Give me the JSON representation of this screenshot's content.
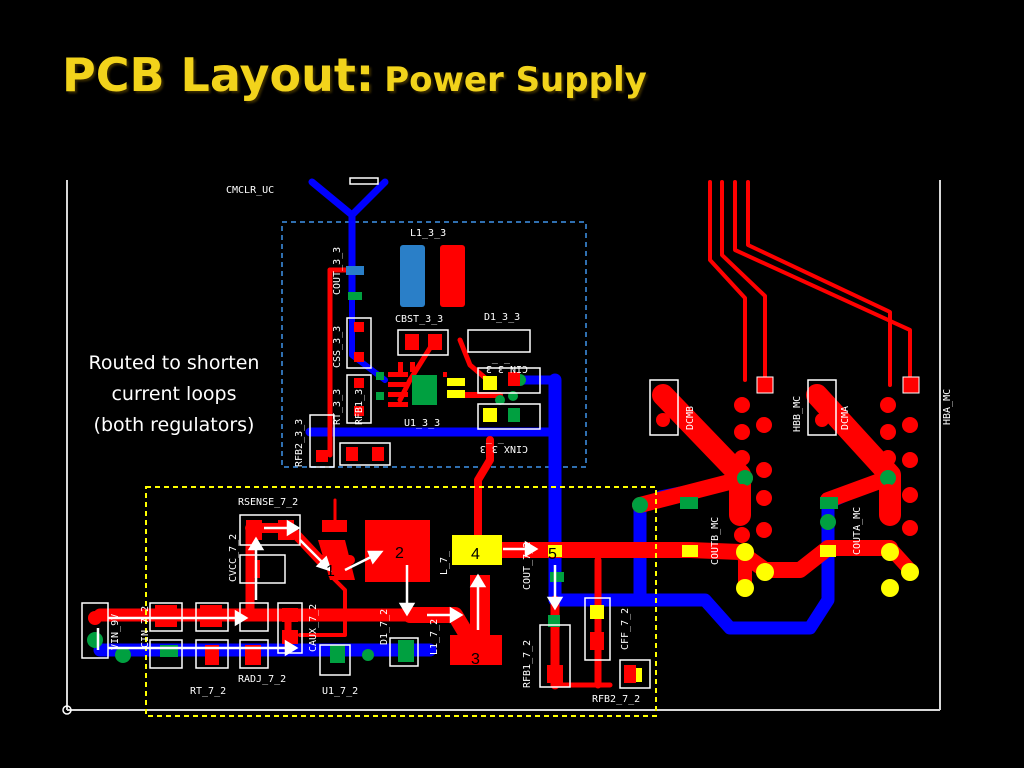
{
  "slide": {
    "title_main": "PCB Layout:",
    "title_sub": "Power Supply",
    "note_lines": [
      "Routed to shorten",
      "current loops",
      "(both regulators)"
    ]
  },
  "labels": {
    "cmclr": "CMCLR_UC",
    "l1": "L1_3_3",
    "cout33": "COUT_3_3",
    "cbst": "CBST_3_3",
    "d1_33": "D1_3_3",
    "css": "CSS_3_3",
    "rt33": "RT_3_3",
    "cin33": "CIN_3_3",
    "rfb2_33": "RFB2_3_3",
    "rfb1_33": "RFB1_3",
    "u1_33": "U1_3_3",
    "cinx": "CINX_3_3",
    "dcmb": "DCMB",
    "dcma": "DCMA",
    "hbb": "HBB_MC",
    "hba": "HBA_MC",
    "coutb": "COUTB_MC",
    "couta": "COUTA_MC",
    "rsense": "RSENSE_7_2",
    "cvcc": "CVCC_7_2",
    "vin": "VIN_9V",
    "cin72": "CIN_7_2",
    "caux": "CAUX_7_2",
    "d1_72": "D1_7_2",
    "l1_72": "L1_7_2",
    "l7": "L_7_",
    "cout72": "COUT_7_2",
    "rfb1_72": "RFB1_7_2",
    "cff": "CFF_7_2",
    "rfb2_72": "RFB2_7_2",
    "rt72": "RT_7_2",
    "radj": "RADJ_7_2",
    "u1_72": "U1_7_2"
  },
  "markers": [
    "1",
    "2",
    "3",
    "4",
    "5"
  ],
  "colors": {
    "title": "#f2d31b",
    "top_copper": "#ff0000",
    "bottom_copper": "#0000ff",
    "via": "#00a040",
    "pad": "#ffff00",
    "outline": "#ffffff",
    "region_3v3": "#2f6fb0",
    "region_7v2": "#ffff00"
  }
}
